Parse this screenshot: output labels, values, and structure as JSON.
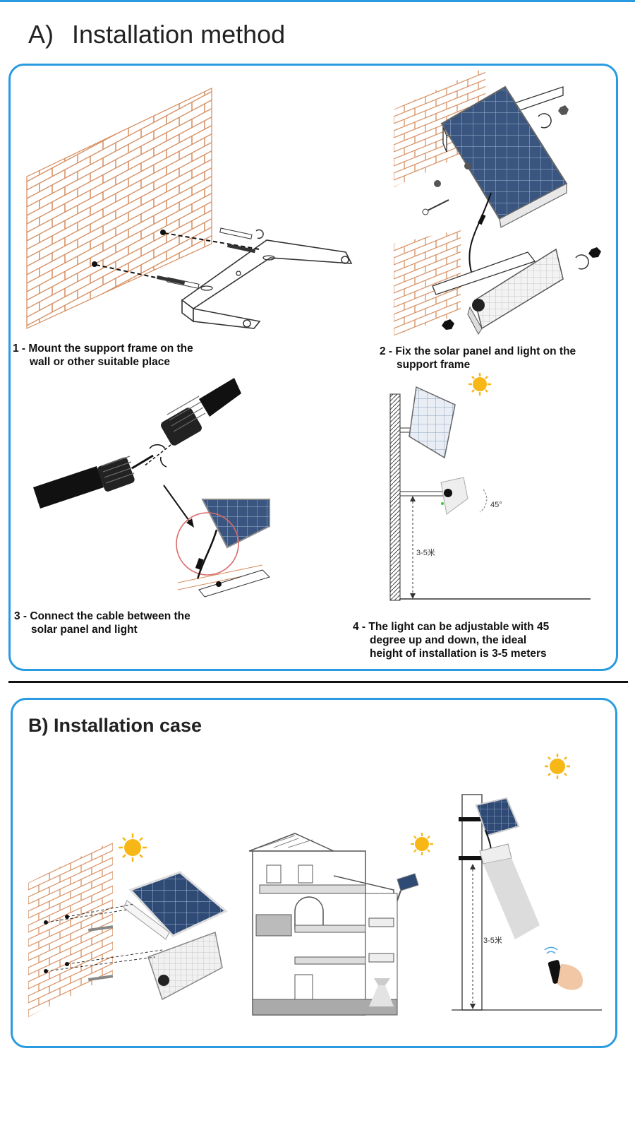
{
  "section_a": {
    "title_tag": "A)",
    "title": "Installation method",
    "steps": [
      {
        "line1": "1 - Mount the support frame on the",
        "line2": "wall or other suitable place"
      },
      {
        "line1": "2 - Fix the solar panel and light on the",
        "line2": "support frame"
      },
      {
        "line1": "3 - Connect the cable between the",
        "line2": "solar panel and light"
      },
      {
        "line1": "4 - The light can be adjustable with 45",
        "line2": "degree up and down, the ideal",
        "line3": "height of installation is 3-5 meters"
      }
    ],
    "angle_label": "45°",
    "height_label": "3-5米"
  },
  "section_b": {
    "title": "B) Installation case",
    "height_label": "3-5米"
  },
  "colors": {
    "accent": "#2a9be0",
    "brick": "#d48a5a",
    "panel_blue": "#3a5680",
    "sun": "#f7b716"
  }
}
